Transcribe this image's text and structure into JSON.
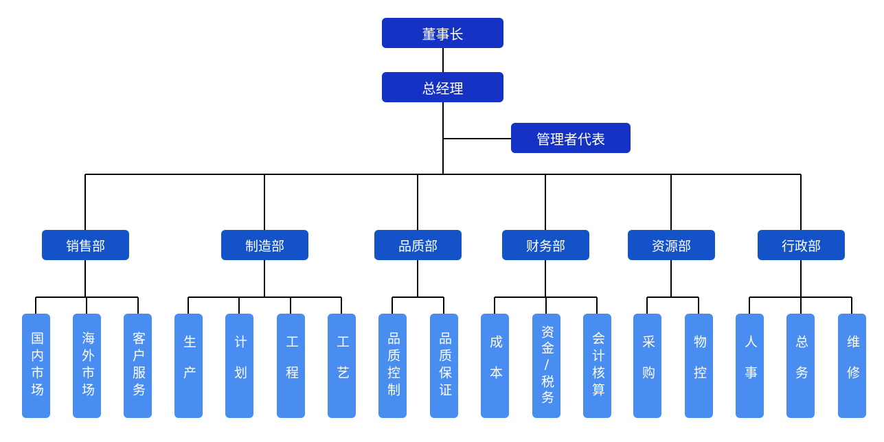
{
  "chairman": "董事长",
  "general_manager": "总经理",
  "management_rep": "管理者代表",
  "departments": [
    {
      "name": "销售部",
      "units": [
        "国内市场",
        "海外市场",
        "客户服务"
      ]
    },
    {
      "name": "制造部",
      "units": [
        "生产",
        "计划",
        "工程",
        "工艺"
      ]
    },
    {
      "name": "品质部",
      "units": [
        "品质控制",
        "品质保证"
      ]
    },
    {
      "name": "财务部",
      "units": [
        "成本",
        "资金/税务",
        "会计核算"
      ]
    },
    {
      "name": "资源部",
      "units": [
        "采购",
        "物控"
      ]
    },
    {
      "name": "行政部",
      "units": [
        "人事",
        "总务",
        "维修"
      ]
    }
  ],
  "colors": {
    "top": "#1532c4",
    "dept": "#1452c8",
    "unit": "#4a8df0",
    "line": "#000000"
  }
}
